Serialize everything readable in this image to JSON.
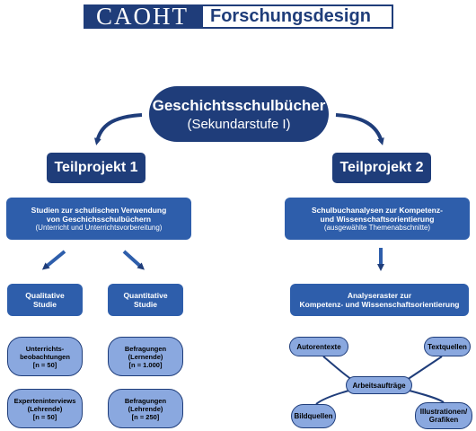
{
  "header": {
    "logo": "CAOHT",
    "title": "Forschungsdesign"
  },
  "root": {
    "title": "Geschichtsschulbücher",
    "subtitle": "(Sekundarstufe I)"
  },
  "teilprojekt1": {
    "label": "Teilprojekt 1",
    "box": {
      "line1": "Studien zur schulischen Verwendung",
      "line2": "von Geschichsschulbüchern",
      "line3": "(Unterricht und Unterrichtsvorbereitung)"
    },
    "qualitative": {
      "line1": "Qualitative",
      "line2": "Studie"
    },
    "quantitative": {
      "line1": "Quantitative",
      "line2": "Studie"
    },
    "methods": {
      "unterricht": {
        "line1": "Unterrichts-",
        "line2": "beobachtungen",
        "line3": "[n = 50]"
      },
      "befragung_lernende": {
        "line1": "Befragungen",
        "line2": "(Lernende)",
        "line3": "[n = 1.000]"
      },
      "experten": {
        "line1": "Experteninterviews",
        "line2": "(Lehrende)",
        "line3": "[n = 50]"
      },
      "befragung_lehrende": {
        "line1": "Befragungen",
        "line2": "(Lehrende)",
        "line3": "[n = 250]"
      }
    }
  },
  "teilprojekt2": {
    "label": "Teilprojekt 2",
    "box": {
      "line1": "Schulbuchanalysen zur Kompetenz-",
      "line2": "und Wissenschaftsorientierung",
      "line3": "(ausgewählte Themenabschnitte)"
    },
    "raster": {
      "line1": "Analyseraster zur",
      "line2": "Kompetenz- und Wissenschaftsorientierung"
    },
    "center": "Arbeitsaufträge",
    "nodes": {
      "autorentexte": "Autorentexte",
      "textquellen": "Textquellen",
      "bildquellen": "Bildquellen",
      "illustrationen_1": "Illustrationen/",
      "illustrationen_2": "Grafiken"
    }
  }
}
